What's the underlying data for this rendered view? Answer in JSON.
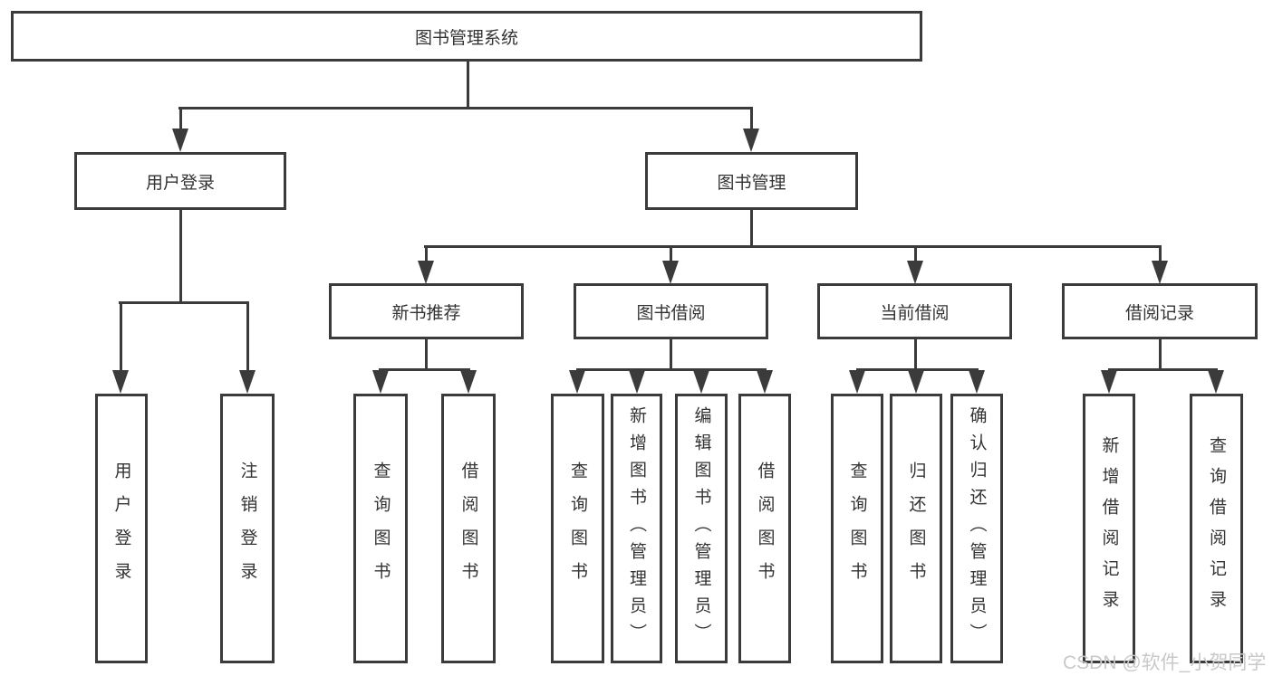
{
  "diagram_title": "图书管理系统",
  "colors": {
    "line": "#3b3b3b",
    "box_border": "#3b3b3b",
    "box_background": "#ffffff",
    "text": "#333333",
    "watermark_text": "#c9c9c9"
  },
  "nodes": {
    "root": {
      "label": "图书管理系统"
    },
    "level2": [
      {
        "label": "用户登录",
        "parent": "图书管理系统"
      },
      {
        "label": "图书管理",
        "parent": "图书管理系统"
      }
    ],
    "level3": [
      {
        "label": "新书推荐",
        "parent": "图书管理"
      },
      {
        "label": "图书借阅",
        "parent": "图书管理"
      },
      {
        "label": "当前借阅",
        "parent": "图书管理"
      },
      {
        "label": "借阅记录",
        "parent": "图书管理"
      }
    ],
    "leaves": [
      {
        "label": "用户登录",
        "parent": "用户登录"
      },
      {
        "label": "注销登录",
        "parent": "用户登录"
      },
      {
        "label": "查询图书",
        "parent": "新书推荐"
      },
      {
        "label": "借阅图书",
        "parent": "新书推荐"
      },
      {
        "label": "查询图书",
        "parent": "图书借阅"
      },
      {
        "label": "新增图书（管理员）",
        "parent": "图书借阅"
      },
      {
        "label": "编辑图书（管理员）",
        "parent": "图书借阅"
      },
      {
        "label": "借阅图书",
        "parent": "图书借阅"
      },
      {
        "label": "查询图书",
        "parent": "当前借阅"
      },
      {
        "label": "归还图书",
        "parent": "当前借阅"
      },
      {
        "label": "确认归还（管理员）",
        "parent": "当前借阅"
      },
      {
        "label": "新增借阅记录",
        "parent": "借阅记录"
      },
      {
        "label": "查询借阅记录",
        "parent": "借阅记录"
      }
    ]
  },
  "watermark": {
    "text": "CSDN @软件_小贺同学"
  }
}
